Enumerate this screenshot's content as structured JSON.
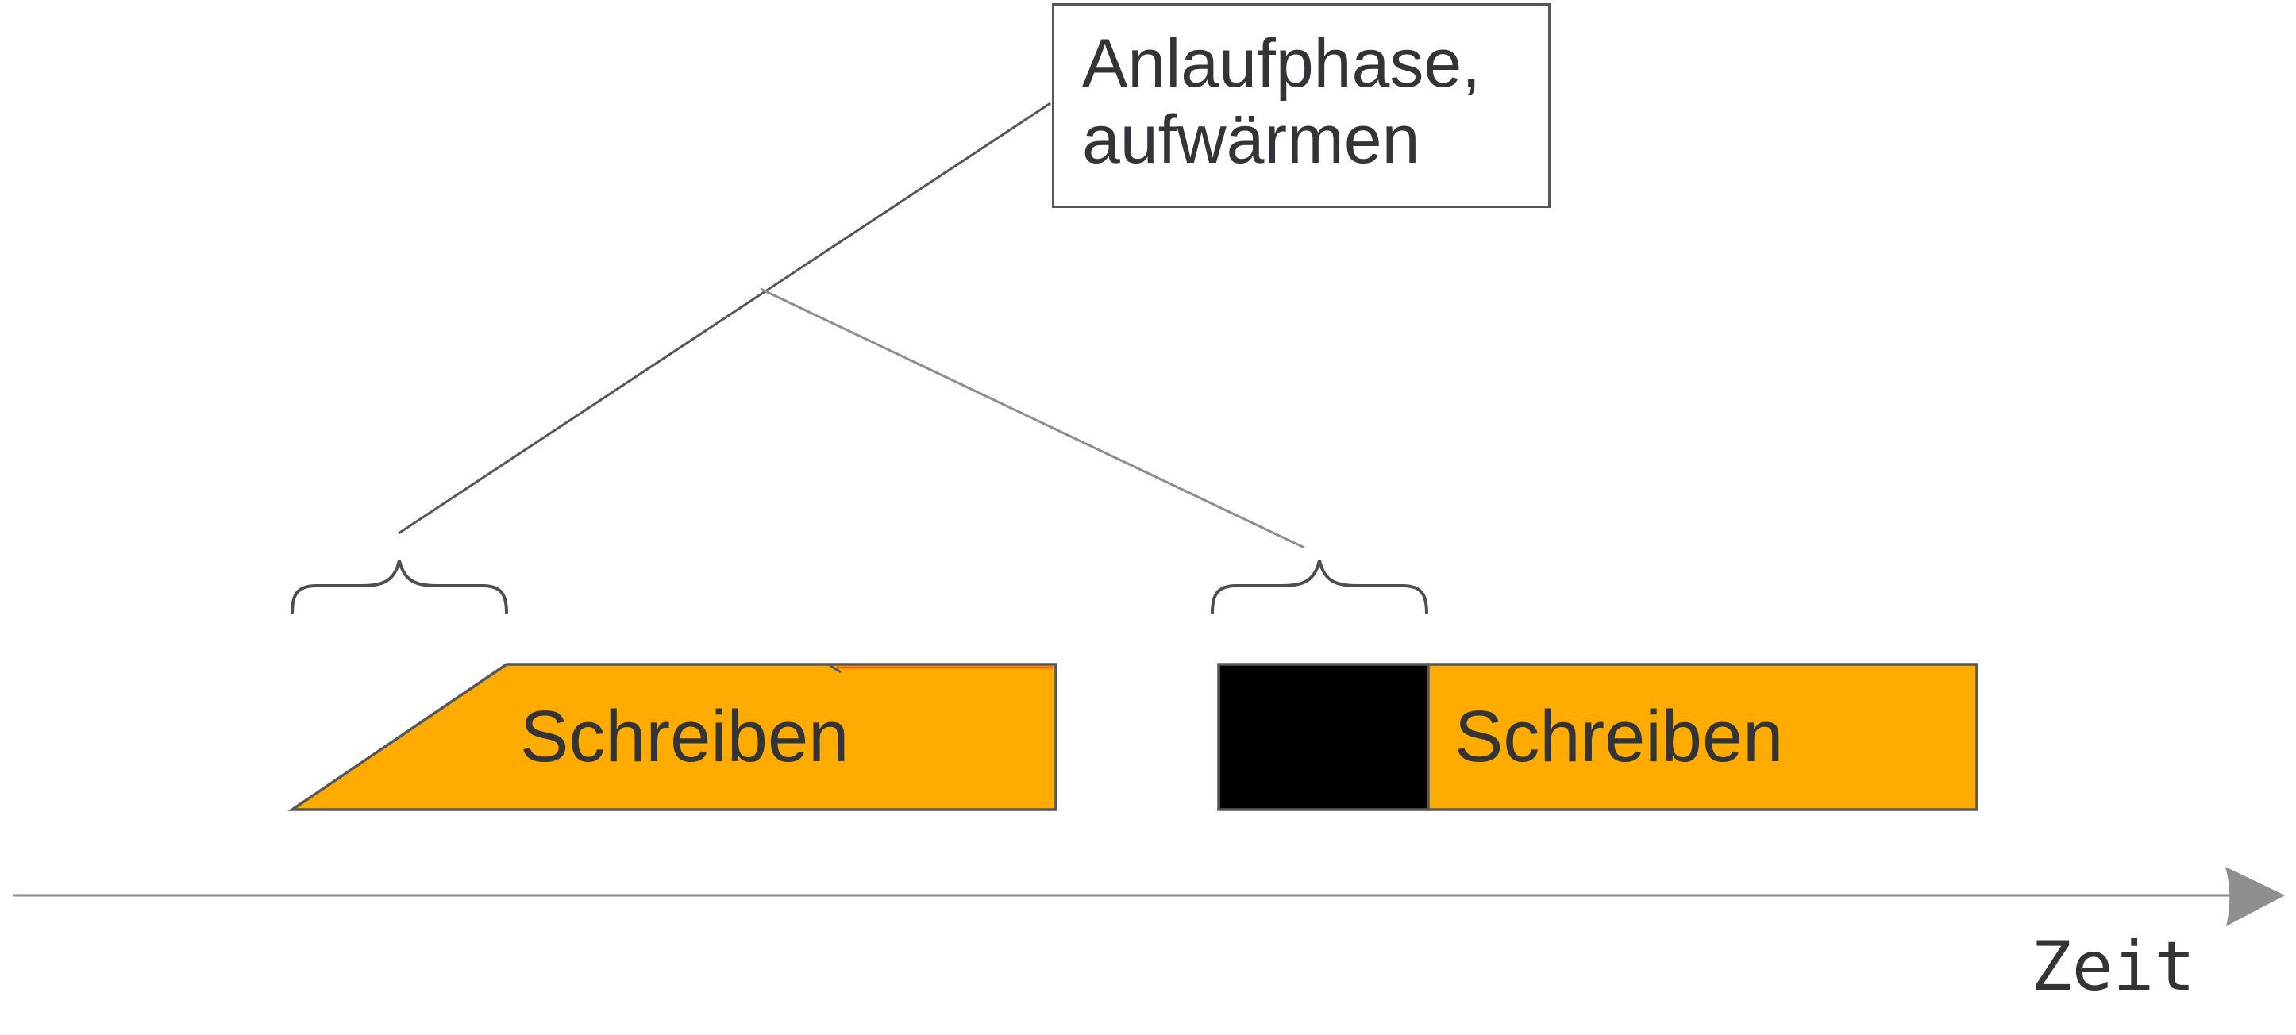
{
  "annotation": {
    "line1": "Anlaufphase,",
    "line2": "aufwärmen"
  },
  "bars": {
    "left_label": "Schreiben",
    "right_label": "Schreiben"
  },
  "axis": {
    "label": "Zeit"
  },
  "colors": {
    "background": "#FFFFFF",
    "orange": "#FFAB00",
    "seam_orange": "#FF6600",
    "black": "#000000",
    "shape_border": "#55575A",
    "box_border": "#54565A",
    "connector_dark": "#54565A",
    "connector_light": "#8E8E8E",
    "brace": "#4C4E52",
    "axis_gray": "#8C8C8C",
    "arrowhead_gray": "#8F8F8F",
    "text": "#323437"
  }
}
